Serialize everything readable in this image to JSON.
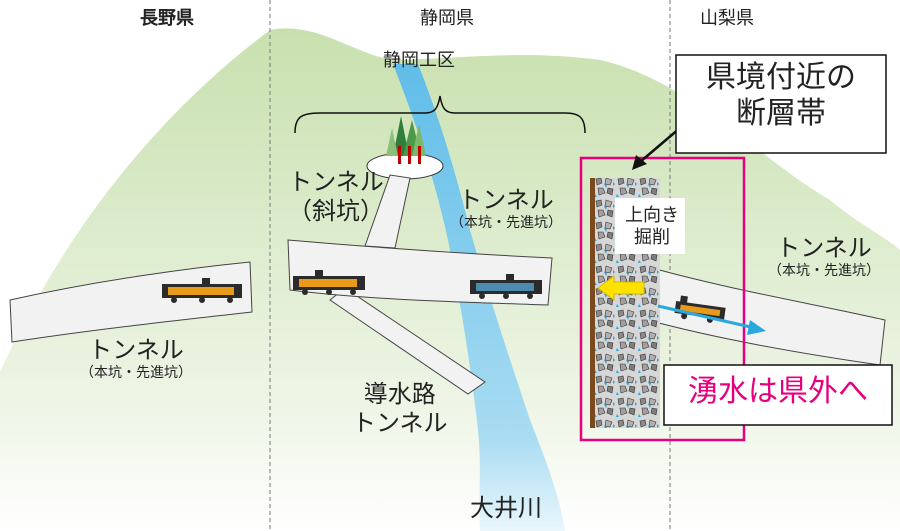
{
  "prefectures": [
    "長野県",
    "静岡県",
    "山梨県"
  ],
  "labels": {
    "shizuoka_section": "静岡工区",
    "incline_tunnel_line1": "トンネル",
    "incline_tunnel_line2": "（斜坑）",
    "main_tunnel": "トンネル",
    "main_tunnel_sub": "（本坑・先進坑）",
    "nagano_tunnel": "トンネル",
    "nagano_tunnel_sub": "（本坑・先進坑）",
    "yamanashi_tunnel": "トンネル",
    "yamanashi_tunnel_sub": "（本坑・先進坑）",
    "conduit_line1": "導水路",
    "conduit_line2": "トンネル",
    "river": "大井川",
    "upward_line1": "上向き",
    "upward_line2": "掘削",
    "fault_callout_line1": "県境付近の",
    "fault_callout_line2": "断層帯",
    "water_outflow": "湧水は県外へ"
  },
  "colors": {
    "mountain": "#cfe4b8",
    "river": "#7fcbea",
    "callout_border": "#e6007e",
    "water_text": "#e6007e",
    "arrow_yellow": "#ffe100",
    "arrow_blue": "#29a8e0",
    "tunnel_fill": "#f2f2f2",
    "fault_brown": "#7a4a1e"
  }
}
